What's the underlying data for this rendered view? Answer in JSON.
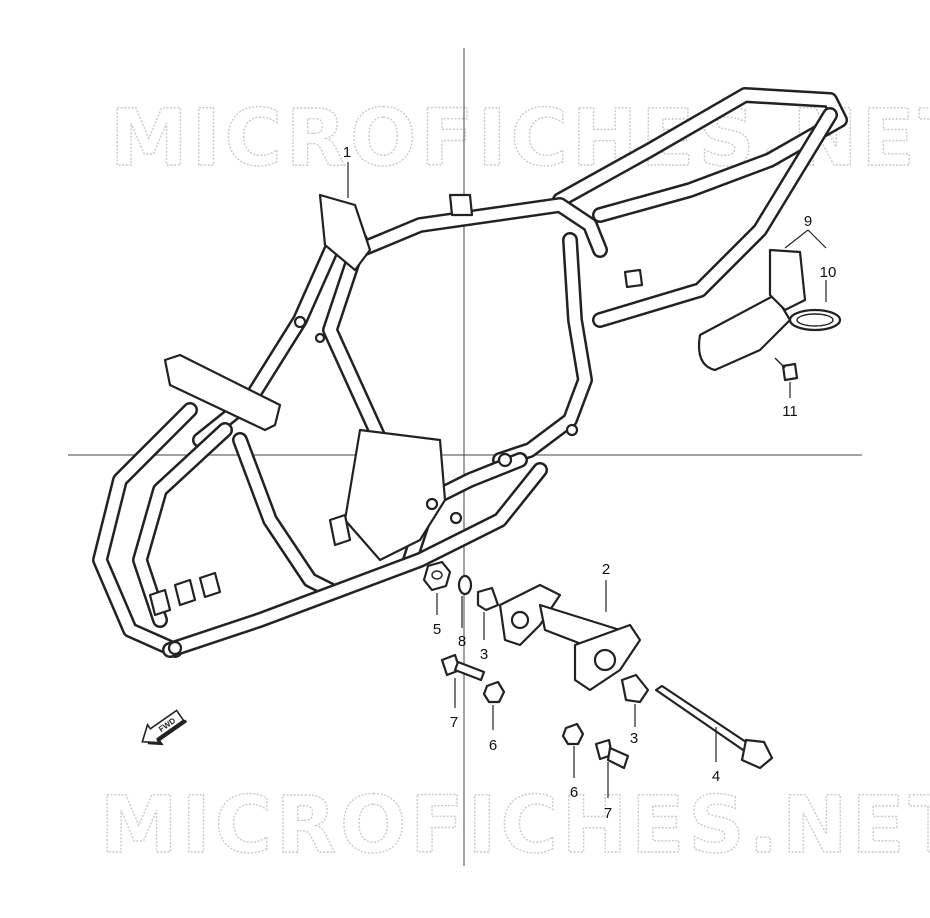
{
  "watermark": {
    "text": "MICROFICHES.NET"
  },
  "fwd_label": "FWD",
  "callouts": [
    {
      "id": "frame",
      "label": "1"
    },
    {
      "id": "pivot-bracket",
      "label": "2"
    },
    {
      "id": "bushing-a",
      "label": "3"
    },
    {
      "id": "bushing-b",
      "label": "3"
    },
    {
      "id": "pivot-bolt",
      "label": "4"
    },
    {
      "id": "nut",
      "label": "5"
    },
    {
      "id": "nut-a",
      "label": "6"
    },
    {
      "id": "nut-b",
      "label": "6"
    },
    {
      "id": "bolt-a",
      "label": "7"
    },
    {
      "id": "bolt-b",
      "label": "7"
    },
    {
      "id": "washer",
      "label": "8"
    },
    {
      "id": "boot-assy",
      "label": "9"
    },
    {
      "id": "clamp",
      "label": "10"
    },
    {
      "id": "screw",
      "label": "11"
    }
  ],
  "icons": {
    "fwd_arrow": "fwd-arrow-icon"
  }
}
